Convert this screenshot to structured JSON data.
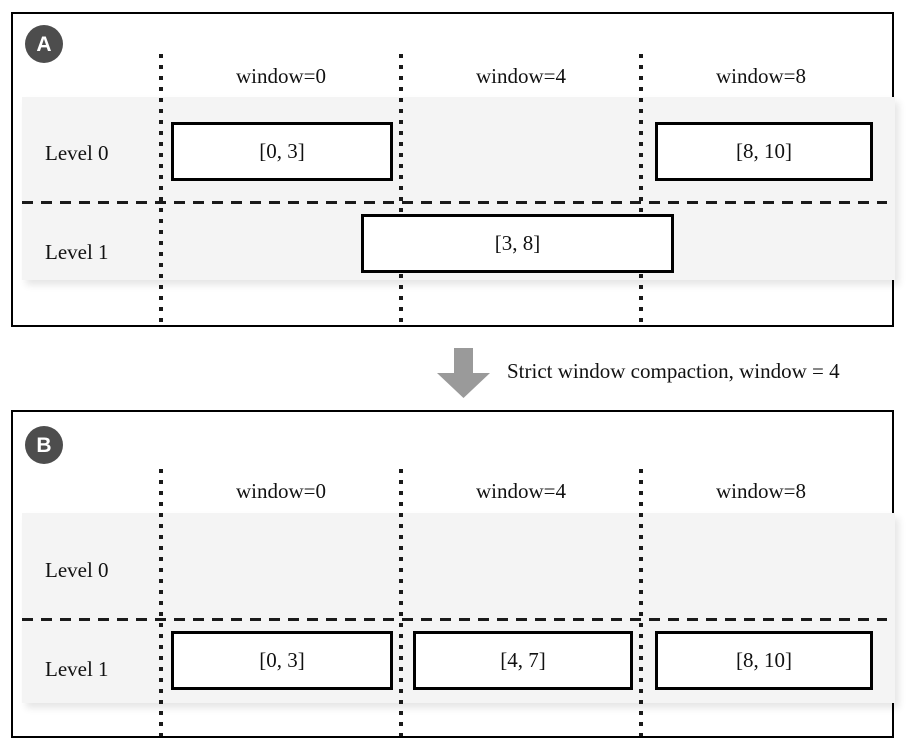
{
  "figure": {
    "panels": [
      {
        "id": "A",
        "badge": "A",
        "windows": [
          {
            "label": "window=0"
          },
          {
            "label": "window=4"
          },
          {
            "label": "window=8"
          }
        ],
        "levels": [
          {
            "label": "Level 0"
          },
          {
            "label": "Level 1"
          }
        ],
        "boxes": [
          {
            "label": "[0, 3]",
            "level": "Level 0",
            "window": "window=0"
          },
          {
            "label": "[8, 10]",
            "level": "Level 0",
            "window": "window=8"
          },
          {
            "label": "[3, 8]",
            "level": "Level 1",
            "window": "window=4"
          }
        ]
      },
      {
        "id": "B",
        "badge": "B",
        "windows": [
          {
            "label": "window=0"
          },
          {
            "label": "window=4"
          },
          {
            "label": "window=8"
          }
        ],
        "levels": [
          {
            "label": "Level 0"
          },
          {
            "label": "Level 1"
          }
        ],
        "boxes": [
          {
            "label": "[0, 3]",
            "level": "Level 1",
            "window": "window=0"
          },
          {
            "label": "[4, 7]",
            "level": "Level 1",
            "window": "window=4"
          },
          {
            "label": "[8, 10]",
            "level": "Level 1",
            "window": "window=8"
          }
        ]
      }
    ],
    "transition": {
      "caption": "Strict window compaction, window = 4",
      "arrow_icon": "arrow-down-icon"
    },
    "colors": {
      "badge_bg": "#4d4d4d",
      "badge_text": "#ffffff",
      "band_bg": "#f4f4f4",
      "arrow": "#9a9a9a",
      "stroke": "#000000",
      "text": "#111111"
    }
  }
}
